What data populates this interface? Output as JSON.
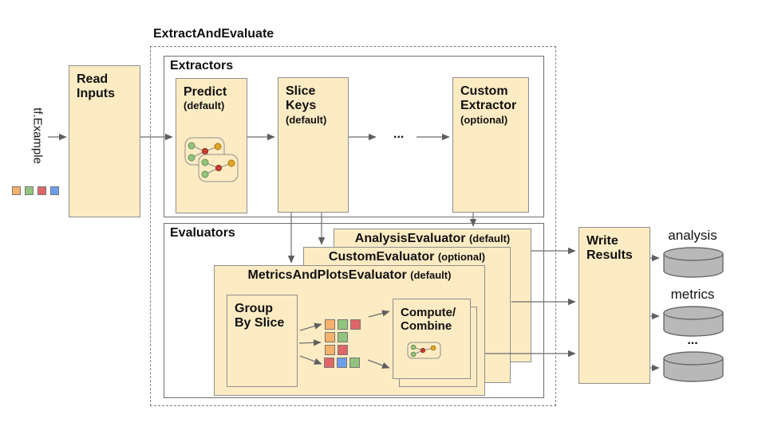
{
  "pipeline": {
    "title": "ExtractAndEvaluate"
  },
  "source": {
    "label": "tf.Example"
  },
  "colors": {
    "orange": "#F6B26B",
    "green": "#93C47D",
    "red": "#E06666",
    "blue": "#6D9EEB"
  },
  "legend_squares": [
    "orange",
    "green",
    "red",
    "blue"
  ],
  "read_inputs": {
    "title": "Read Inputs"
  },
  "extractors": {
    "label": "Extractors",
    "predict": {
      "title": "Predict",
      "qualifier": "(default)"
    },
    "slice_keys": {
      "title": "Slice Keys",
      "qualifier": "(default)"
    },
    "ellipsis": "...",
    "custom_extractor": {
      "title": "Custom Extractor",
      "qualifier": "(optional)"
    }
  },
  "evaluators": {
    "label": "Evaluators",
    "analysis_evaluator": {
      "title": "AnalysisEvaluator",
      "qualifier": "(default)"
    },
    "custom_evaluator": {
      "title": "CustomEvaluator",
      "qualifier": "(optional)"
    },
    "metrics_and_plots_evaluator": {
      "title": "MetricsAndPlotsEvaluator",
      "qualifier": "(default)"
    },
    "group_by_slice": {
      "title": "Group By Slice"
    },
    "compute_combine": {
      "title": "Compute/ Combine"
    },
    "slice_rows": [
      [
        "orange",
        "green",
        "red"
      ],
      [
        "orange",
        "green"
      ],
      [
        "orange",
        "red"
      ],
      [
        "red",
        "blue",
        "green"
      ]
    ]
  },
  "write_results": {
    "title": "Write Results"
  },
  "outputs": {
    "analysis_label": "analysis",
    "metrics_label": "metrics",
    "more_label": "..."
  }
}
